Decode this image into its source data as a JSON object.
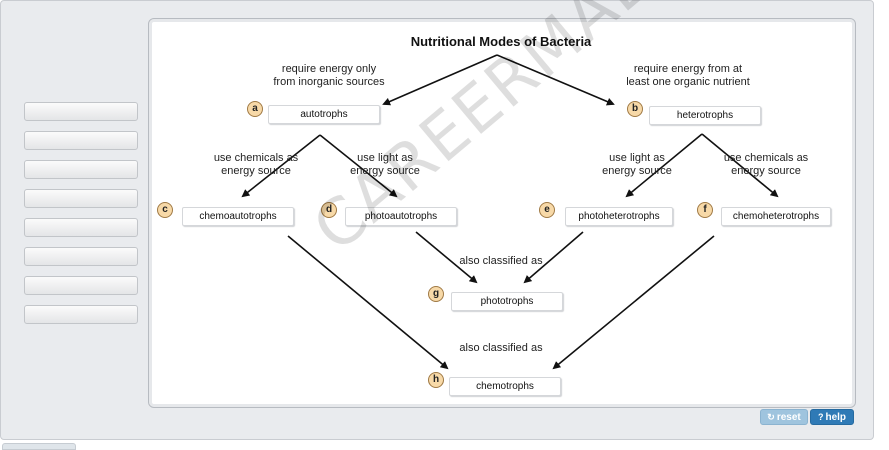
{
  "title": "Nutritional Modes of Bacteria",
  "labels": {
    "left_branch": [
      "require energy only",
      "from inorganic sources"
    ],
    "right_branch": [
      "require energy from at",
      "least one organic nutrient"
    ],
    "auto_chem": [
      "use chemicals as",
      "energy source"
    ],
    "auto_light": [
      "use light as",
      "energy source"
    ],
    "hetero_light": [
      "use light as",
      "energy source"
    ],
    "hetero_chem": [
      "use chemicals as",
      "energy source"
    ],
    "also_photo": "also classified as",
    "also_chemo": "also classified as"
  },
  "nodes": {
    "a": {
      "letter": "a",
      "text": "autotrophs"
    },
    "b": {
      "letter": "b",
      "text": "heterotrophs"
    },
    "c": {
      "letter": "c",
      "text": "chemoautotrophs"
    },
    "d": {
      "letter": "d",
      "text": "photoautotrophs"
    },
    "e": {
      "letter": "e",
      "text": "photoheterotrophs"
    },
    "f": {
      "letter": "f",
      "text": "chemoheterotrophs"
    },
    "g": {
      "letter": "g",
      "text": "phototrophs"
    },
    "h": {
      "letter": "h",
      "text": "chemotrophs"
    }
  },
  "buttons": {
    "reset": "reset",
    "help": "help",
    "reset_icon": "↻",
    "help_icon": "?"
  },
  "watermark": "CAREERMALLS.COM",
  "colors": {
    "badge_fill": "#f7d9a8",
    "help_blue": "#2f7ab6",
    "reset_blue": "#9fc4de"
  }
}
